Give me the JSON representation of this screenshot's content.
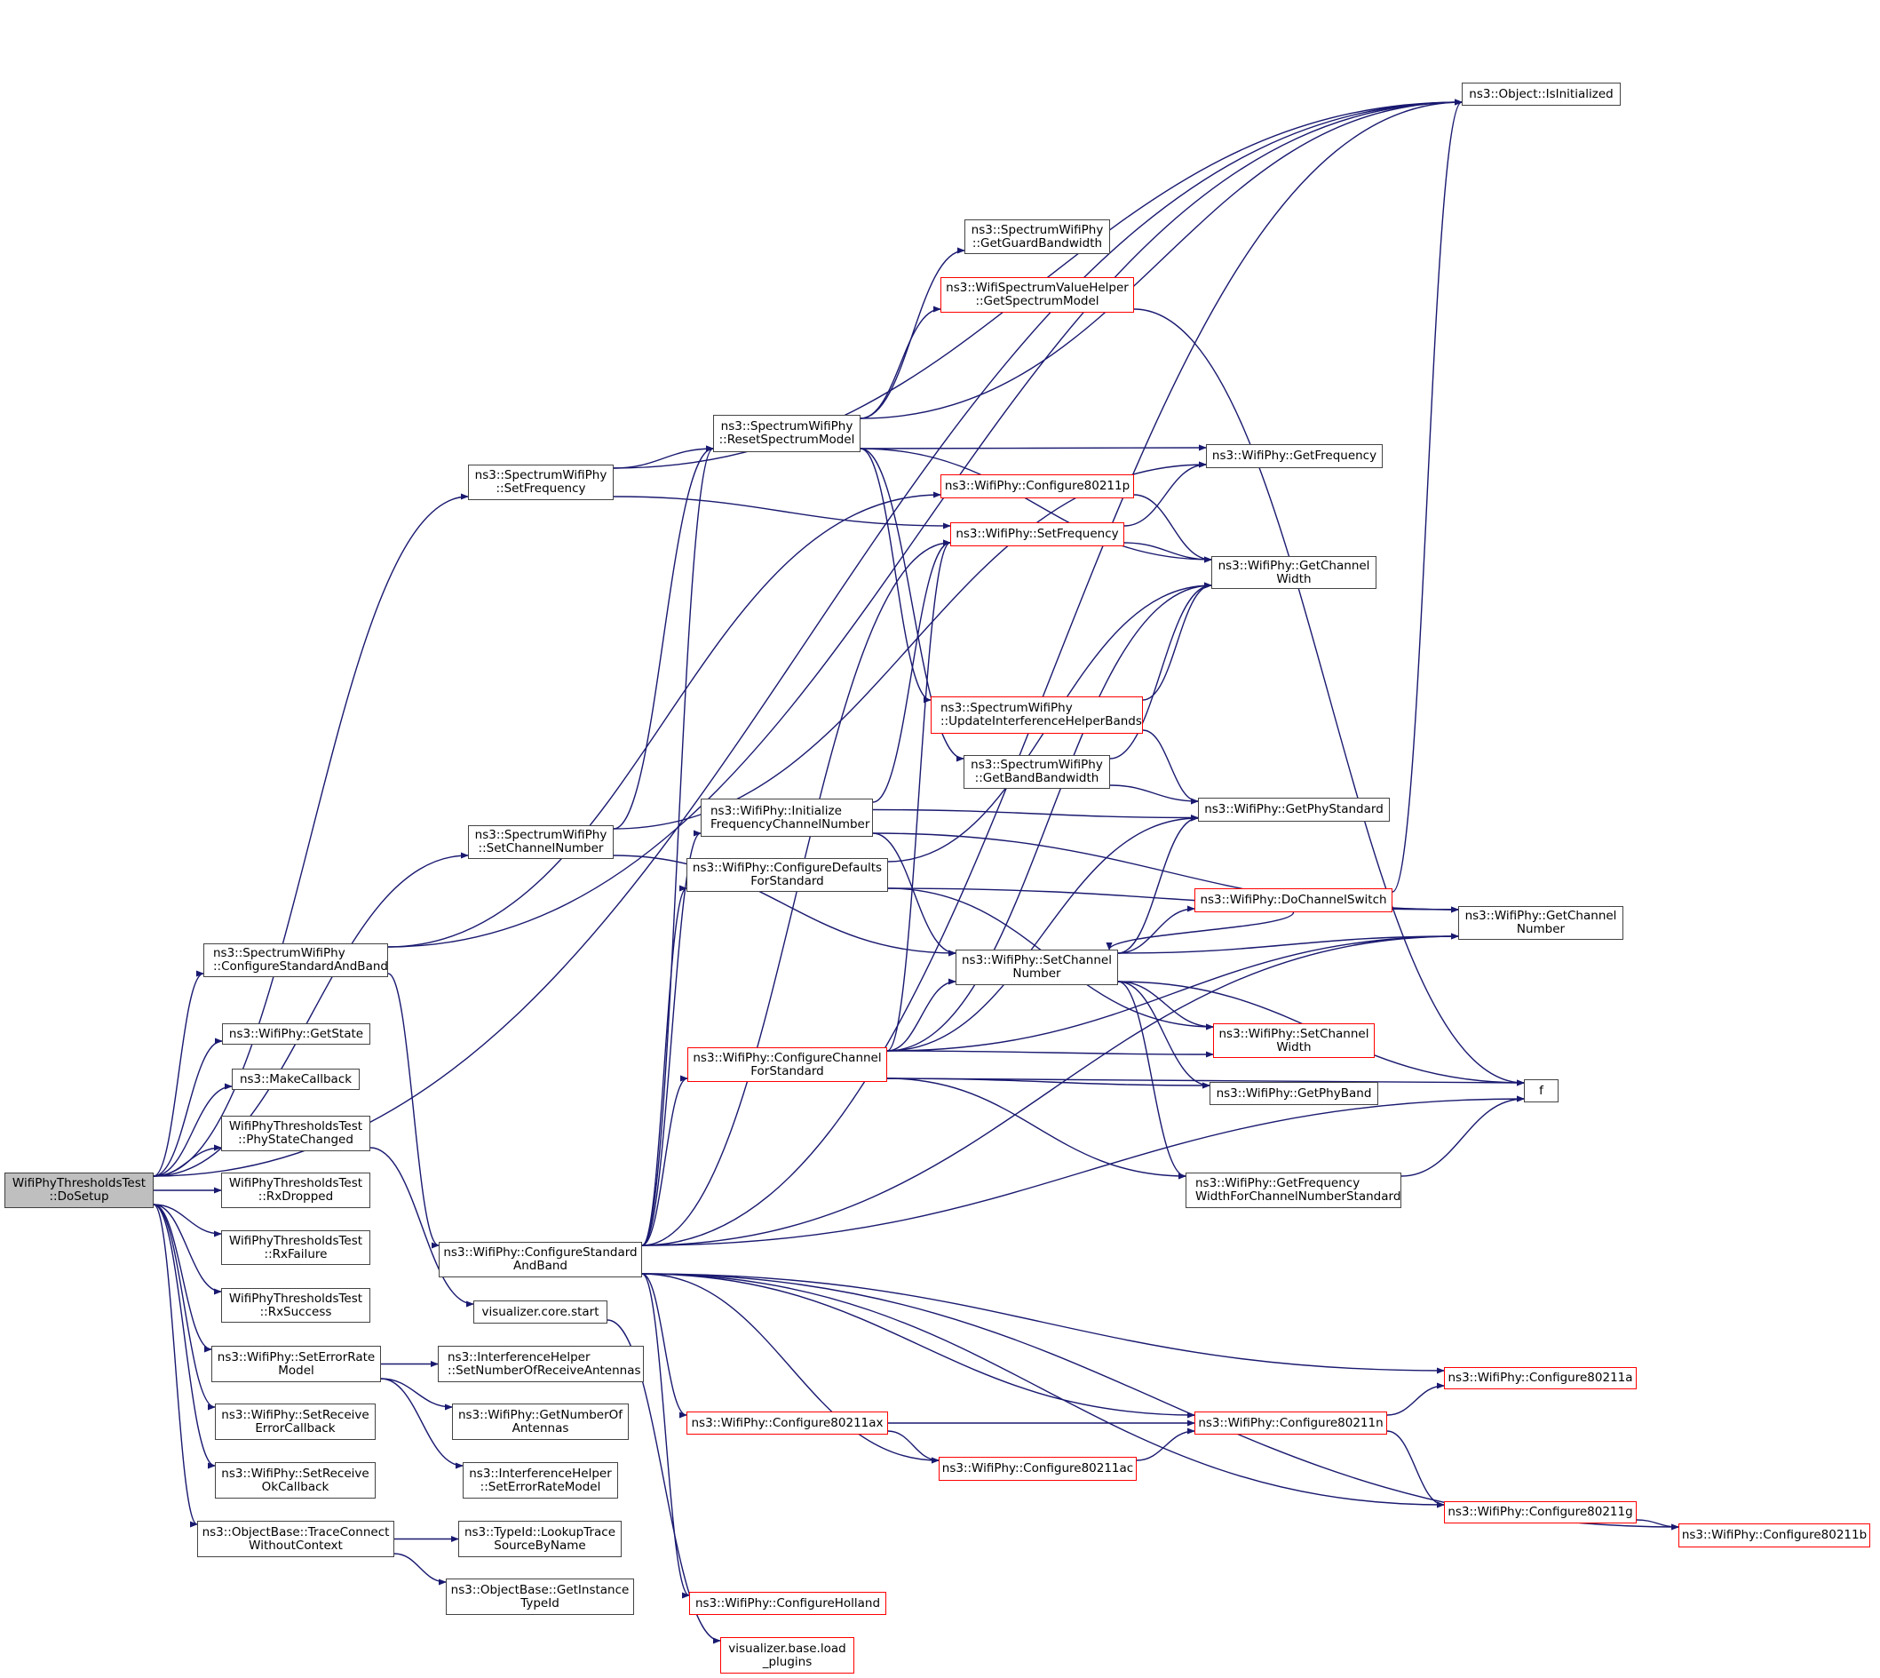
{
  "title": "Call graph of WifiPhyThresholdsTest::DoSetup",
  "colors": {
    "edge": "#191970",
    "node_border": "#444444",
    "undocumented_border": "#ff0000",
    "root_fill": "#bfbfbf"
  },
  "nodes": [
    {
      "id": "dosetup",
      "label": "WifiPhyThresholdsTest\n::DoSetup",
      "style": "root"
    },
    {
      "id": "spec_setfreq",
      "label": "ns3::SpectrumWifiPhy\n::SetFrequency",
      "style": "normal"
    },
    {
      "id": "reset_spec",
      "label": "ns3::SpectrumWifiPhy\n::ResetSpectrumModel",
      "style": "normal"
    },
    {
      "id": "isinit",
      "label": "ns3::Object::IsInitialized",
      "style": "normal"
    },
    {
      "id": "guard_bw",
      "label": "ns3::SpectrumWifiPhy\n::GetGuardBandwidth",
      "style": "normal"
    },
    {
      "id": "get_spec_model",
      "label": "ns3::WifiSpectrumValueHelper\n::GetSpectrumModel",
      "style": "red"
    },
    {
      "id": "get_freq",
      "label": "ns3::WifiPhy::GetFrequency",
      "style": "normal"
    },
    {
      "id": "c80211p",
      "label": "ns3::WifiPhy::Configure80211p",
      "style": "red"
    },
    {
      "id": "wifi_setfreq",
      "label": "ns3::WifiPhy::SetFrequency",
      "style": "red"
    },
    {
      "id": "get_ch_width",
      "label": "ns3::WifiPhy::GetChannel\nWidth",
      "style": "normal"
    },
    {
      "id": "update_ifh",
      "label": "ns3::SpectrumWifiPhy\n::UpdateInterferenceHelperBands",
      "style": "red"
    },
    {
      "id": "band_bw",
      "label": "ns3::SpectrumWifiPhy\n::GetBandBandwidth",
      "style": "normal"
    },
    {
      "id": "init_fcn",
      "label": "ns3::WifiPhy::Initialize\nFrequencyChannelNumber",
      "style": "normal"
    },
    {
      "id": "get_phy_std",
      "label": "ns3::WifiPhy::GetPhyStandard",
      "style": "normal"
    },
    {
      "id": "spec_setch",
      "label": "ns3::SpectrumWifiPhy\n::SetChannelNumber",
      "style": "normal"
    },
    {
      "id": "cfg_defaults",
      "label": "ns3::WifiPhy::ConfigureDefaults\nForStandard",
      "style": "normal"
    },
    {
      "id": "do_ch_switch",
      "label": "ns3::WifiPhy::DoChannelSwitch",
      "style": "red"
    },
    {
      "id": "get_ch_num",
      "label": "ns3::WifiPhy::GetChannel\nNumber",
      "style": "normal"
    },
    {
      "id": "spec_cfg_sab",
      "label": "ns3::SpectrumWifiPhy\n::ConfigureStandardAndBand",
      "style": "normal"
    },
    {
      "id": "set_ch_num",
      "label": "ns3::WifiPhy::SetChannel\nNumber",
      "style": "normal"
    },
    {
      "id": "get_state",
      "label": "ns3::WifiPhy::GetState",
      "style": "normal"
    },
    {
      "id": "set_ch_width",
      "label": "ns3::WifiPhy::SetChannel\nWidth",
      "style": "red"
    },
    {
      "id": "cfg_ch_std",
      "label": "ns3::WifiPhy::ConfigureChannel\nForStandard",
      "style": "red"
    },
    {
      "id": "make_cb",
      "label": "ns3::MakeCallback",
      "style": "normal"
    },
    {
      "id": "get_phy_band",
      "label": "ns3::WifiPhy::GetPhyBand",
      "style": "normal"
    },
    {
      "id": "f",
      "label": "f",
      "style": "normal"
    },
    {
      "id": "phy_state_changed",
      "label": "WifiPhyThresholdsTest\n::PhyStateChanged",
      "style": "normal"
    },
    {
      "id": "rx_dropped",
      "label": "WifiPhyThresholdsTest\n::RxDropped",
      "style": "normal"
    },
    {
      "id": "get_fw_cns",
      "label": "ns3::WifiPhy::GetFrequency\nWidthForChannelNumberStandard",
      "style": "normal"
    },
    {
      "id": "rx_failure",
      "label": "WifiPhyThresholdsTest\n::RxFailure",
      "style": "normal"
    },
    {
      "id": "wifi_cfg_sab",
      "label": "ns3::WifiPhy::ConfigureStandard\nAndBand",
      "style": "normal"
    },
    {
      "id": "rx_success",
      "label": "WifiPhyThresholdsTest\n::RxSuccess",
      "style": "normal"
    },
    {
      "id": "vis_start",
      "label": "visualizer.core.start",
      "style": "normal"
    },
    {
      "id": "set_erm",
      "label": "ns3::WifiPhy::SetErrorRate\nModel",
      "style": "normal"
    },
    {
      "id": "ifh_set_ant",
      "label": "ns3::InterferenceHelper\n::SetNumberOfReceiveAntennas",
      "style": "normal"
    },
    {
      "id": "c80211a",
      "label": "ns3::WifiPhy::Configure80211a",
      "style": "red"
    },
    {
      "id": "set_rx_err_cb",
      "label": "ns3::WifiPhy::SetReceive\nErrorCallback",
      "style": "normal"
    },
    {
      "id": "get_num_ant",
      "label": "ns3::WifiPhy::GetNumberOf\nAntennas",
      "style": "normal"
    },
    {
      "id": "c80211ax",
      "label": "ns3::WifiPhy::Configure80211ax",
      "style": "red"
    },
    {
      "id": "c80211n",
      "label": "ns3::WifiPhy::Configure80211n",
      "style": "red"
    },
    {
      "id": "c80211ac",
      "label": "ns3::WifiPhy::Configure80211ac",
      "style": "red"
    },
    {
      "id": "set_rx_ok_cb",
      "label": "ns3::WifiPhy::SetReceive\nOkCallback",
      "style": "normal"
    },
    {
      "id": "ifh_set_erm",
      "label": "ns3::InterferenceHelper\n::SetErrorRateModel",
      "style": "normal"
    },
    {
      "id": "c80211g",
      "label": "ns3::WifiPhy::Configure80211g",
      "style": "red"
    },
    {
      "id": "trace_connect",
      "label": "ns3::ObjectBase::TraceConnect\nWithoutContext",
      "style": "normal"
    },
    {
      "id": "lookup_trace",
      "label": "ns3::TypeId::LookupTrace\nSourceByName",
      "style": "normal"
    },
    {
      "id": "c80211b",
      "label": "ns3::WifiPhy::Configure80211b",
      "style": "red"
    },
    {
      "id": "get_inst_tid",
      "label": "ns3::ObjectBase::GetInstance\nTypeId",
      "style": "normal"
    },
    {
      "id": "cfg_holland",
      "label": "ns3::WifiPhy::ConfigureHolland",
      "style": "red"
    },
    {
      "id": "load_plugins",
      "label": "visualizer.base.load\n_plugins",
      "style": "red"
    }
  ],
  "edges": [
    [
      "dosetup",
      "isinit"
    ],
    [
      "dosetup",
      "spec_setfreq"
    ],
    [
      "dosetup",
      "spec_setch"
    ],
    [
      "dosetup",
      "spec_cfg_sab"
    ],
    [
      "dosetup",
      "get_state"
    ],
    [
      "dosetup",
      "make_cb"
    ],
    [
      "dosetup",
      "phy_state_changed"
    ],
    [
      "dosetup",
      "rx_dropped"
    ],
    [
      "dosetup",
      "rx_failure"
    ],
    [
      "dosetup",
      "rx_success"
    ],
    [
      "dosetup",
      "set_erm"
    ],
    [
      "dosetup",
      "set_rx_err_cb"
    ],
    [
      "dosetup",
      "set_rx_ok_cb"
    ],
    [
      "dosetup",
      "trace_connect"
    ],
    [
      "spec_setfreq",
      "isinit"
    ],
    [
      "spec_setfreq",
      "reset_spec"
    ],
    [
      "spec_setfreq",
      "wifi_setfreq"
    ],
    [
      "reset_spec",
      "guard_bw"
    ],
    [
      "reset_spec",
      "get_spec_model"
    ],
    [
      "reset_spec",
      "isinit"
    ],
    [
      "reset_spec",
      "get_freq"
    ],
    [
      "reset_spec",
      "get_ch_width"
    ],
    [
      "reset_spec",
      "update_ifh"
    ],
    [
      "reset_spec",
      "band_bw"
    ],
    [
      "get_spec_model",
      "f"
    ],
    [
      "wifi_setfreq",
      "get_freq"
    ],
    [
      "wifi_setfreq",
      "get_ch_width"
    ],
    [
      "c80211p",
      "get_ch_width"
    ],
    [
      "update_ifh",
      "get_ch_width"
    ],
    [
      "update_ifh",
      "get_phy_std"
    ],
    [
      "band_bw",
      "get_ch_width"
    ],
    [
      "band_bw",
      "get_phy_std"
    ],
    [
      "init_fcn",
      "get_ch_num"
    ],
    [
      "init_fcn",
      "wifi_setfreq"
    ],
    [
      "init_fcn",
      "get_phy_std"
    ],
    [
      "init_fcn",
      "set_ch_num"
    ],
    [
      "spec_setch",
      "reset_spec"
    ],
    [
      "spec_setch",
      "get_freq"
    ],
    [
      "spec_setch",
      "set_ch_num"
    ],
    [
      "cfg_defaults",
      "get_ch_width"
    ],
    [
      "cfg_defaults",
      "get_ch_num"
    ],
    [
      "cfg_defaults",
      "set_ch_width"
    ],
    [
      "do_ch_switch",
      "isinit"
    ],
    [
      "do_ch_switch",
      "get_ch_num"
    ],
    [
      "do_ch_switch",
      "set_ch_num"
    ],
    [
      "spec_cfg_sab",
      "isinit"
    ],
    [
      "spec_cfg_sab",
      "c80211p"
    ],
    [
      "spec_cfg_sab",
      "wifi_cfg_sab"
    ],
    [
      "set_ch_num",
      "do_ch_switch"
    ],
    [
      "set_ch_num",
      "get_ch_num"
    ],
    [
      "set_ch_num",
      "get_phy_std"
    ],
    [
      "set_ch_num",
      "set_ch_width"
    ],
    [
      "set_ch_num",
      "get_phy_band"
    ],
    [
      "set_ch_num",
      "f"
    ],
    [
      "set_ch_num",
      "get_fw_cns"
    ],
    [
      "cfg_ch_std",
      "wifi_setfreq"
    ],
    [
      "cfg_ch_std",
      "get_ch_width"
    ],
    [
      "cfg_ch_std",
      "get_phy_std"
    ],
    [
      "cfg_ch_std",
      "set_ch_num"
    ],
    [
      "cfg_ch_std",
      "set_ch_width"
    ],
    [
      "cfg_ch_std",
      "get_phy_band"
    ],
    [
      "cfg_ch_std",
      "get_ch_num"
    ],
    [
      "cfg_ch_std",
      "get_fw_cns"
    ],
    [
      "cfg_ch_std",
      "f"
    ],
    [
      "get_fw_cns",
      "f"
    ],
    [
      "phy_state_changed",
      "vis_start"
    ],
    [
      "wifi_cfg_sab",
      "isinit"
    ],
    [
      "wifi_cfg_sab",
      "reset_spec"
    ],
    [
      "wifi_cfg_sab",
      "init_fcn"
    ],
    [
      "wifi_cfg_sab",
      "cfg_defaults"
    ],
    [
      "wifi_cfg_sab",
      "cfg_ch_std"
    ],
    [
      "wifi_cfg_sab",
      "get_ch_num"
    ],
    [
      "wifi_cfg_sab",
      "wifi_setfreq"
    ],
    [
      "wifi_cfg_sab",
      "f"
    ],
    [
      "wifi_cfg_sab",
      "c80211a"
    ],
    [
      "wifi_cfg_sab",
      "c80211n"
    ],
    [
      "wifi_cfg_sab",
      "c80211ax"
    ],
    [
      "wifi_cfg_sab",
      "c80211ac"
    ],
    [
      "wifi_cfg_sab",
      "c80211g"
    ],
    [
      "wifi_cfg_sab",
      "c80211b"
    ],
    [
      "wifi_cfg_sab",
      "cfg_holland"
    ],
    [
      "vis_start",
      "load_plugins"
    ],
    [
      "set_erm",
      "ifh_set_ant"
    ],
    [
      "set_erm",
      "get_num_ant"
    ],
    [
      "set_erm",
      "ifh_set_erm"
    ],
    [
      "c80211ax",
      "c80211n"
    ],
    [
      "c80211ax",
      "c80211ac"
    ],
    [
      "c80211ac",
      "c80211n"
    ],
    [
      "c80211n",
      "c80211a"
    ],
    [
      "c80211n",
      "c80211g"
    ],
    [
      "c80211g",
      "c80211b"
    ],
    [
      "trace_connect",
      "lookup_trace"
    ],
    [
      "trace_connect",
      "get_inst_tid"
    ]
  ]
}
